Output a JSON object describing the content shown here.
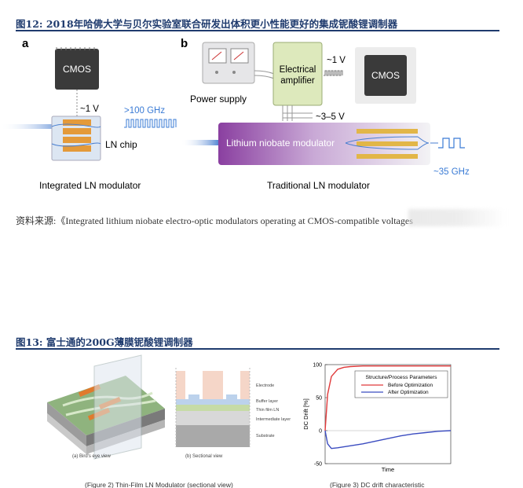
{
  "fig12": {
    "title": "图12: 2018年哈佛大学与贝尔实验室联合研发出体积更小性能更好的集成铌酸锂调制器",
    "panel_a": {
      "letter": "a",
      "cmos": "CMOS",
      "voltage": "~1 V",
      "freq": ">100 GHz",
      "chip": "LN chip",
      "caption": "Integrated LN modulator"
    },
    "panel_b": {
      "letter": "b",
      "power_supply": "Power supply",
      "amplifier_line1": "Electrical",
      "amplifier_line2": "amplifier",
      "voltage_in": "~1 V",
      "cmos": "CMOS",
      "voltage_out": "~3–5 V",
      "modulator": "Lithium niobate modulator",
      "freq": "~35 GHz",
      "caption": "Traditional LN modulator"
    },
    "source": "资料来源:《Integrated lithium niobate electro-optic modulators operating at CMOS-compatible voltages"
  },
  "fig13": {
    "title": "图13: 富士通的200G薄膜铌酸锂调制器",
    "birds_eye_caption": "(a) Bird's eye view",
    "sectional_caption": "(b) Sectional view",
    "layers": [
      "Electrode",
      "Buffer layer",
      "Thin film LN",
      "Intermediate layer",
      "Substrate"
    ],
    "left_caption": "(Figure 2) Thin-Film LN Modulator (sectional view)",
    "right_caption": "(Figure 3) DC drift characteristic",
    "colors": {
      "before": "#e0393a",
      "after": "#3b4cc0",
      "accent": "#1f3b6e"
    }
  },
  "chart_data": {
    "type": "line",
    "title": "",
    "xlabel": "Time",
    "ylabel": "DC Drift [%]",
    "ylim": [
      -50,
      100
    ],
    "yticks": [
      100,
      50,
      0,
      -50
    ],
    "legend_title": "Structure/Process Parameters",
    "legend_position": "top-right",
    "grid": false,
    "series": [
      {
        "name": "Before Optimization",
        "color": "#e0393a",
        "x": [
          0,
          0.02,
          0.05,
          0.1,
          0.15,
          0.2,
          0.3,
          0.4,
          0.6,
          0.8,
          1.0
        ],
        "y": [
          0,
          55,
          82,
          93,
          96,
          97,
          98,
          98,
          98,
          98,
          98
        ]
      },
      {
        "name": "After Optimization",
        "color": "#3b4cc0",
        "x": [
          0,
          0.02,
          0.05,
          0.1,
          0.2,
          0.3,
          0.4,
          0.5,
          0.6,
          0.7,
          0.8,
          0.9,
          1.0
        ],
        "y": [
          0,
          -20,
          -27,
          -26,
          -23,
          -20,
          -16,
          -12,
          -8,
          -5,
          -3,
          -1,
          0
        ]
      }
    ]
  }
}
